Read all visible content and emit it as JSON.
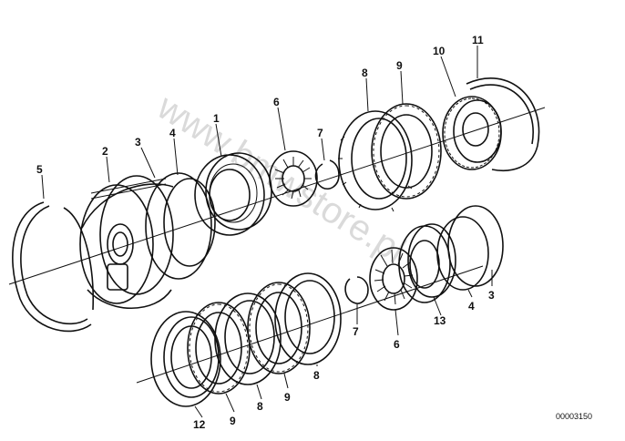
{
  "watermark": "www.bmwstore.pl",
  "reference_code": "00003150",
  "callouts": {
    "c1": "1",
    "c2": "2",
    "c3a": "3",
    "c4a": "4",
    "c5": "5",
    "c6a": "6",
    "c7a": "7",
    "c8a": "8",
    "c9a": "9",
    "c10": "10",
    "c11": "11",
    "c3b": "3",
    "c4b": "4",
    "c13": "13",
    "c6b": "6",
    "c7b": "7",
    "c8b": "8",
    "c9b": "9",
    "c8c": "8",
    "c9c": "9",
    "c12": "12"
  }
}
